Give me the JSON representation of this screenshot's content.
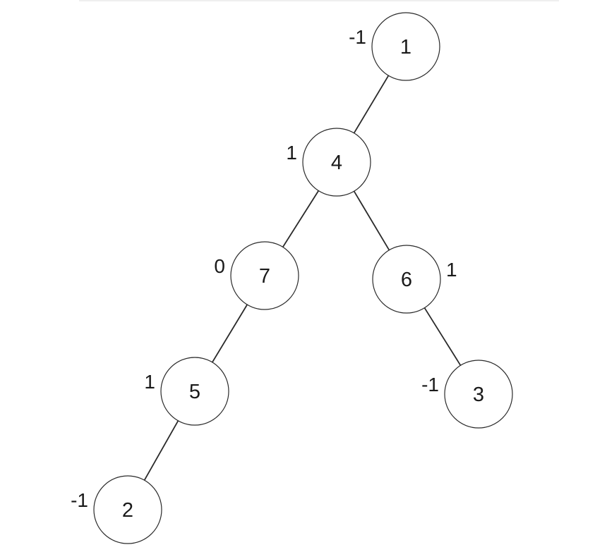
{
  "tree": {
    "nodes": [
      {
        "id": "1",
        "label": "1",
        "annotation": "-1"
      },
      {
        "id": "4",
        "label": "4",
        "annotation": "1"
      },
      {
        "id": "7",
        "label": "7",
        "annotation": "0"
      },
      {
        "id": "6",
        "label": "6",
        "annotation": "1"
      },
      {
        "id": "5",
        "label": "5",
        "annotation": "1"
      },
      {
        "id": "3",
        "label": "3",
        "annotation": "-1"
      },
      {
        "id": "2",
        "label": "2",
        "annotation": "-1"
      }
    ],
    "edges": [
      {
        "from": "1",
        "to": "4"
      },
      {
        "from": "4",
        "to": "7"
      },
      {
        "from": "4",
        "to": "6"
      },
      {
        "from": "7",
        "to": "5"
      },
      {
        "from": "6",
        "to": "3"
      },
      {
        "from": "5",
        "to": "2"
      }
    ]
  }
}
